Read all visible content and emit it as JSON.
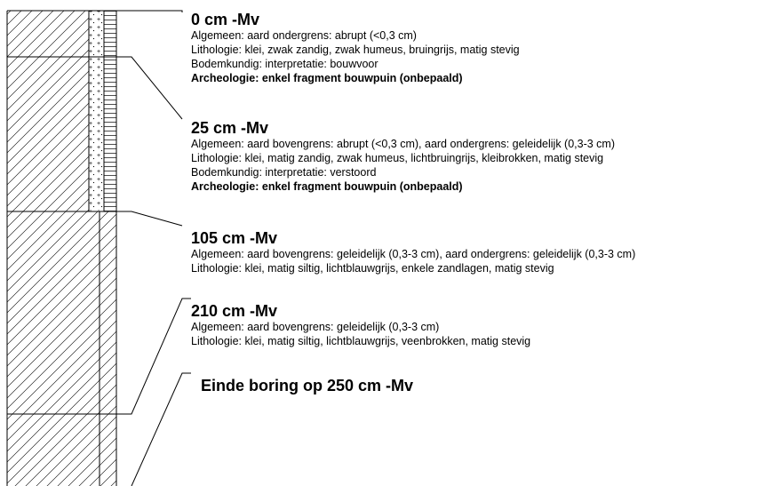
{
  "layers": [
    {
      "depth_label": "0 cm -Mv",
      "lines": [
        {
          "text": "Algemeen: aard ondergrens: abrupt (<0,3 cm)",
          "bold": false
        },
        {
          "text": "Lithologie: klei, zwak zandig, zwak humeus, bruingrijs, matig stevig",
          "bold": false
        },
        {
          "text": "Bodemkundig: interpretatie: bouwvoor",
          "bold": false
        },
        {
          "text": "Archeologie: enkel fragment bouwpuin (onbepaald)",
          "bold": true
        }
      ]
    },
    {
      "depth_label": "25 cm -Mv",
      "lines": [
        {
          "text": "Algemeen: aard bovengrens: abrupt (<0,3 cm), aard ondergrens: geleidelijk (0,3-3 cm)",
          "bold": false
        },
        {
          "text": "Lithologie: klei, matig zandig, zwak humeus, lichtbruingrijs, kleibrokken, matig stevig",
          "bold": false
        },
        {
          "text": "Bodemkundig: interpretatie: verstoord",
          "bold": false
        },
        {
          "text": "Archeologie: enkel fragment bouwpuin (onbepaald)",
          "bold": true
        }
      ]
    },
    {
      "depth_label": "105 cm -Mv",
      "lines": [
        {
          "text": "Algemeen: aard bovengrens: geleidelijk (0,3-3 cm), aard ondergrens: geleidelijk (0,3-3 cm)",
          "bold": false
        },
        {
          "text": "Lithologie: klei, matig siltig, lichtblauwgrijs, enkele zandlagen, matig stevig",
          "bold": false
        }
      ]
    },
    {
      "depth_label": "210 cm -Mv",
      "lines": [
        {
          "text": "Algemeen: aard bovengrens: geleidelijk (0,3-3 cm)",
          "bold": false
        },
        {
          "text": "Lithologie: klei, matig siltig, lichtblauwgrijs, veenbrokken, matig stevig",
          "bold": false
        }
      ]
    }
  ],
  "end_label": "Einde boring op 250 cm -Mv"
}
